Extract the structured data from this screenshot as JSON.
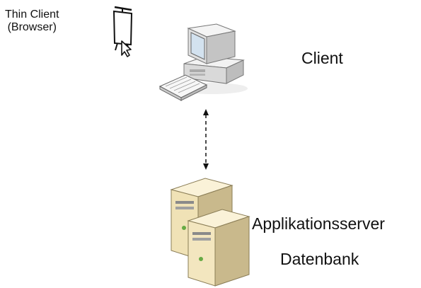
{
  "thin_client": {
    "line1": "Thin Client",
    "line2": "(Browser)",
    "icon": "cursor-on-screen-icon"
  },
  "client": {
    "label": "Client",
    "icon": "desktop-computer-icon"
  },
  "connection": {
    "style": "dashed",
    "direction": "bidirectional"
  },
  "servers": {
    "app_label": "Applikationsserver",
    "db_label": "Datenbank",
    "icon": "server-tower-icon"
  },
  "colors": {
    "server_body": "#f3e6bf",
    "server_shade": "#c9b98c",
    "computer_body": "#e8e8e8",
    "screen": "#d3e2ef"
  }
}
